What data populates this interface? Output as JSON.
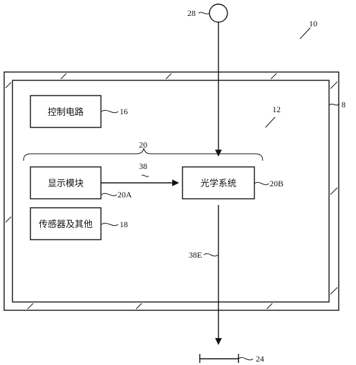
{
  "labels": {
    "device": "10",
    "housing": "8",
    "interior": "12",
    "control_circuit_ref": "16",
    "sensors_ref": "18",
    "display_system_ref": "20",
    "display_module_ref": "20A",
    "optical_system_ref": "20B",
    "eye_box_ref": "24",
    "input_ref": "28",
    "image_light_ref": "38",
    "exit_light_ref": "38E"
  },
  "blocks": {
    "control_circuit": "控制电路",
    "display_module": "显示模块",
    "optical_system": "光学系统",
    "sensors_other": "传感器及其他"
  }
}
